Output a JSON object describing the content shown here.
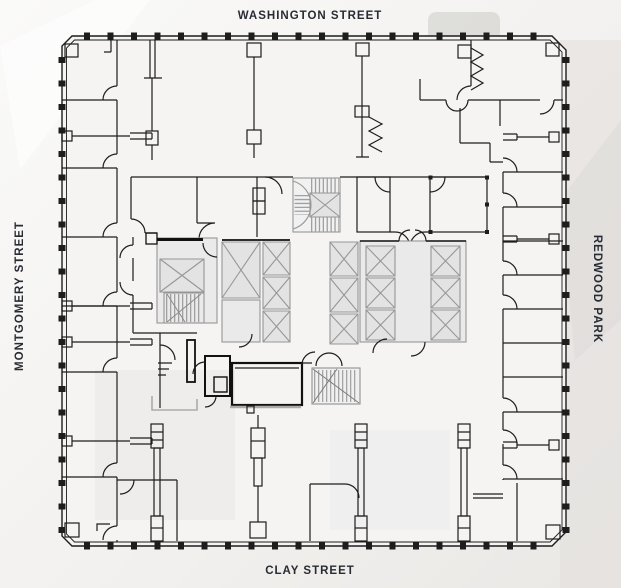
{
  "figure": {
    "type": "building-floor-plan"
  },
  "street_labels": {
    "top": "WASHINGTON STREET",
    "left": "MONTGOMERY STREET",
    "right": "REDWOOD PARK",
    "bottom": "CLAY STREET"
  },
  "style": {
    "label_color": "#272b33",
    "wall_color": "#1d1d1d",
    "core_line_color": "#979797",
    "core_fill": "#eaeaea",
    "paper_fill": "#f5f4f3",
    "background": "#f1efed"
  },
  "plan_features": {
    "elevator_shafts": 12,
    "stairwells": 3,
    "perimeter_offices_west": 7,
    "perimeter_offices_east": 10
  }
}
